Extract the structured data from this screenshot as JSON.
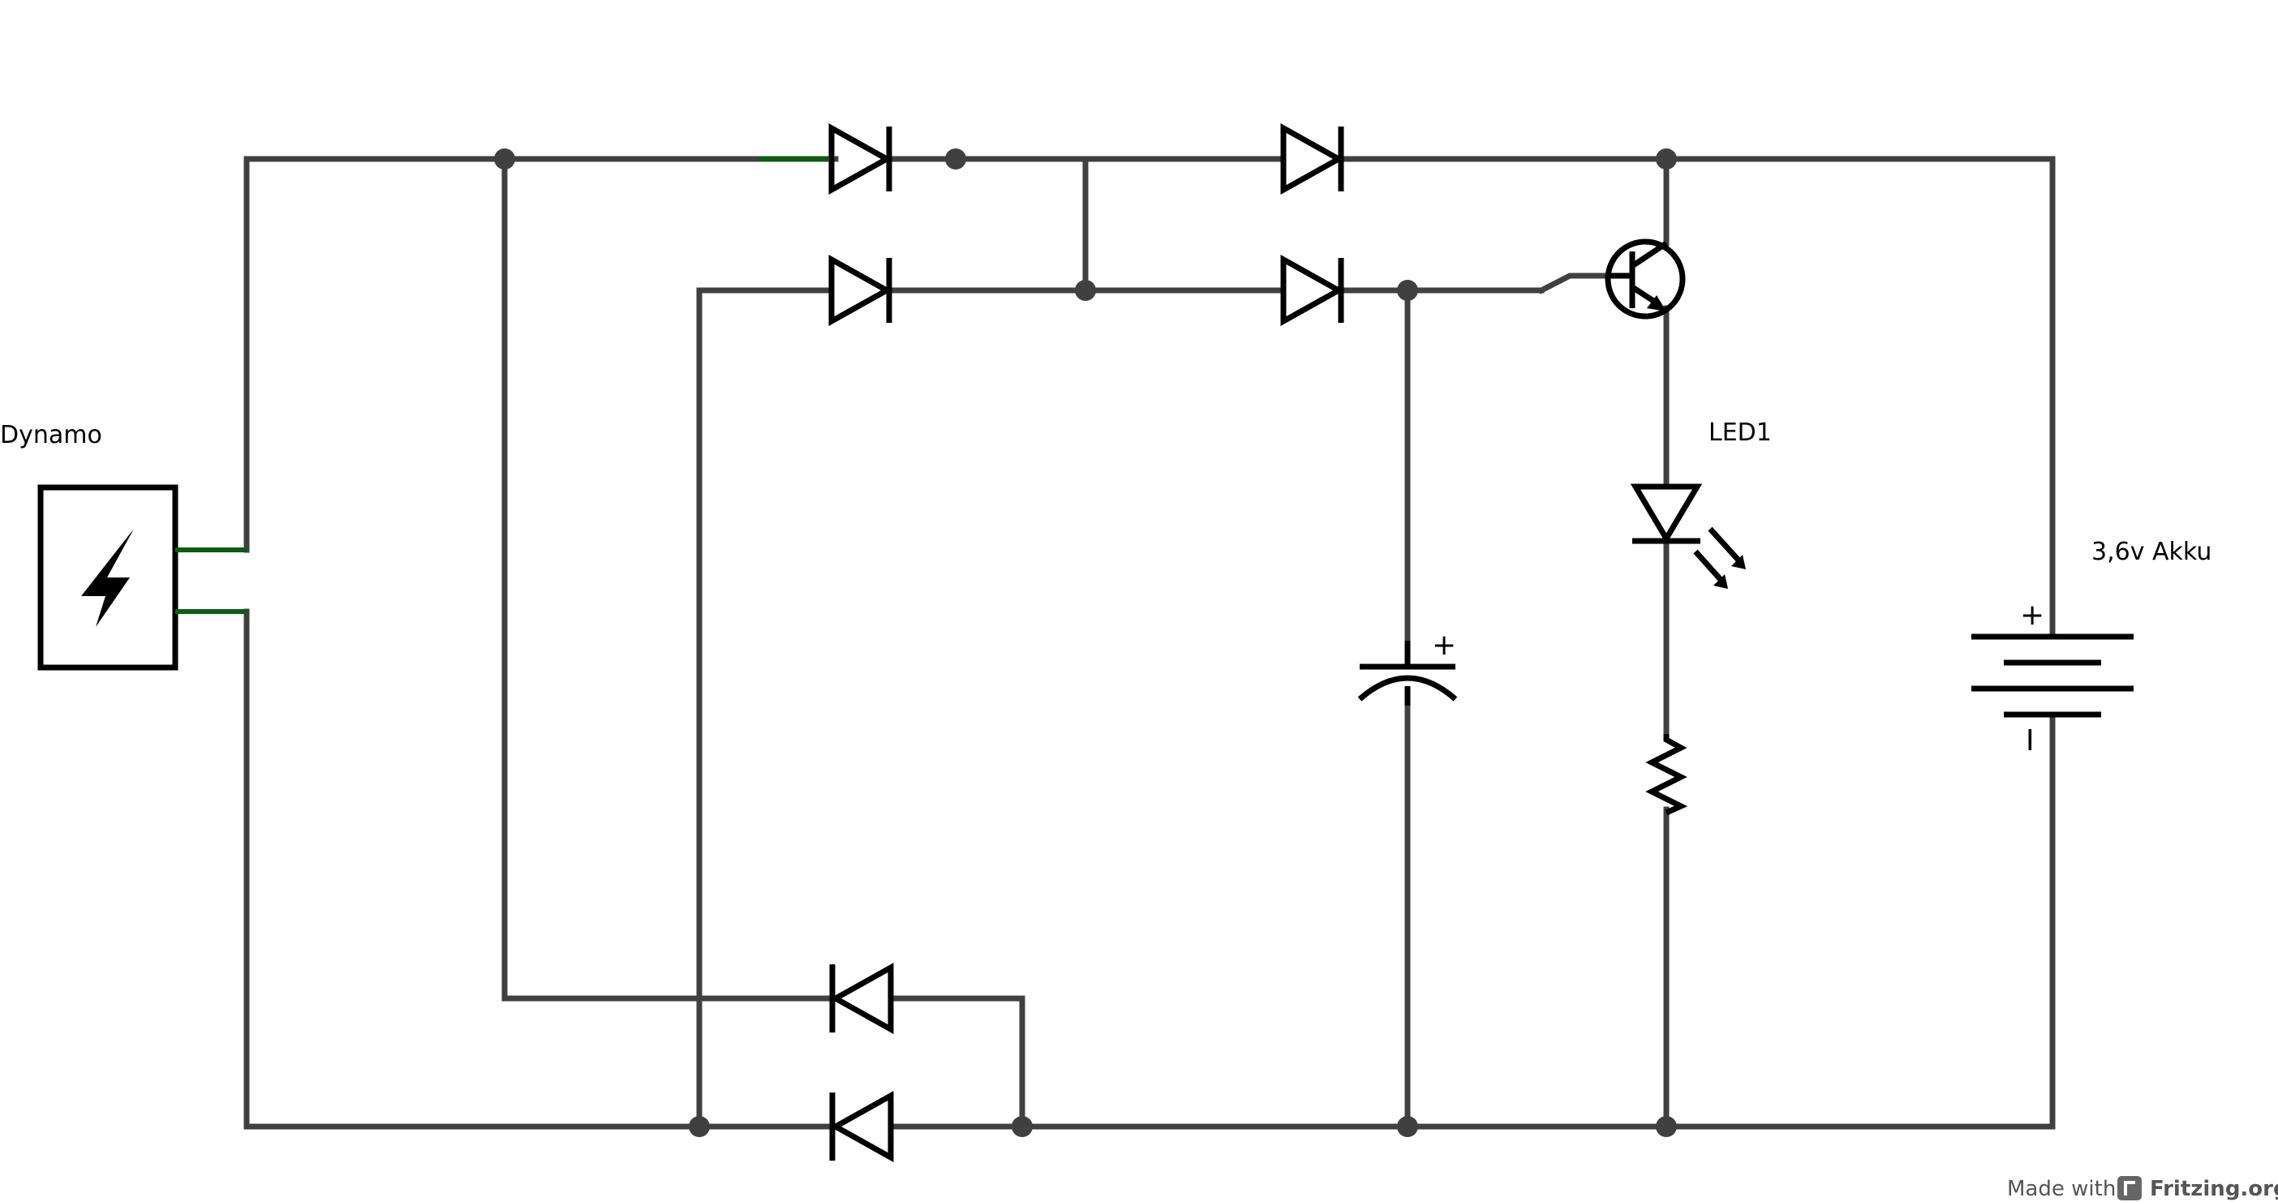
{
  "labels": {
    "dynamo": "Dynamo",
    "led": "LED1",
    "battery": "3,6v Akku",
    "battery_plus": "+",
    "battery_minus": "I",
    "capacitor_plus": "+"
  },
  "footer": {
    "made_with": "Made with",
    "brand": "Fritzing.org"
  },
  "components": [
    {
      "type": "dynamo",
      "label": "Dynamo",
      "icon": "lightning-icon"
    },
    {
      "type": "diode",
      "count": 6
    },
    {
      "type": "npn-transistor"
    },
    {
      "type": "led",
      "label": "LED1"
    },
    {
      "type": "resistor"
    },
    {
      "type": "electrolytic-capacitor"
    },
    {
      "type": "battery",
      "label": "3,6v Akku"
    }
  ],
  "colors": {
    "wire": "#404040",
    "lead": "#0e5c14",
    "symbol": "#000000",
    "background": "#ffffff"
  }
}
